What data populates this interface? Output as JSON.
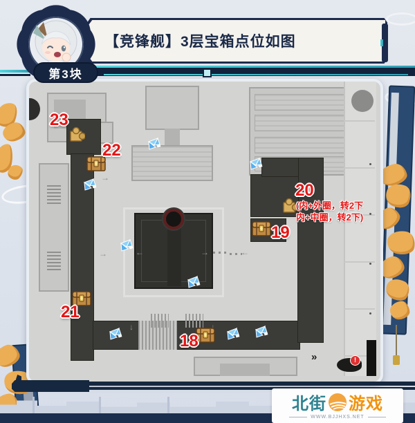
{
  "header": {
    "title": "【竞锋舰】3层宝箱点位如图",
    "block_label": "第3块",
    "avatar": "chibi-character-portrait",
    "sparkle": "✦"
  },
  "map": {
    "markers": [
      {
        "label": "23",
        "icon": "puzzle-piece"
      },
      {
        "label": "22",
        "icon": "treasure-chest"
      },
      {
        "label": "20",
        "icon": "puzzle-piece",
        "note_line1": "(内+外圈，转2下",
        "note_line2": "内+中圈，转2下)"
      },
      {
        "label": "19",
        "icon": "treasure-chest"
      },
      {
        "label": "21",
        "icon": "treasure-chest"
      },
      {
        "label": "18",
        "icon": "treasure-chest"
      }
    ],
    "bird_icon": "origami-bird",
    "alert": "!",
    "glyphs": {
      "arrow_left": "←",
      "arrow_right": "→",
      "arrow_down": "↓",
      "chevrons": "»"
    }
  },
  "watermark": {
    "site_name_left": "北街",
    "site_name_right": "游戏",
    "site_url": "WWW.BJJHXS.NET",
    "logo": "sun-road-logo"
  },
  "colors": {
    "accent_navy": "#1d2b4d",
    "accent_teal": "#4fd0dc",
    "marker_red": "#e51515",
    "chest_brown": "#c08a42",
    "bird_blue": "#6cc0f5",
    "map_gray": "#d3d3d1",
    "corridor_dark": "#3b3b38",
    "watermark_teal": "#2e8291",
    "watermark_orange": "#f0930f",
    "leaf_gold": "#ecae55"
  }
}
